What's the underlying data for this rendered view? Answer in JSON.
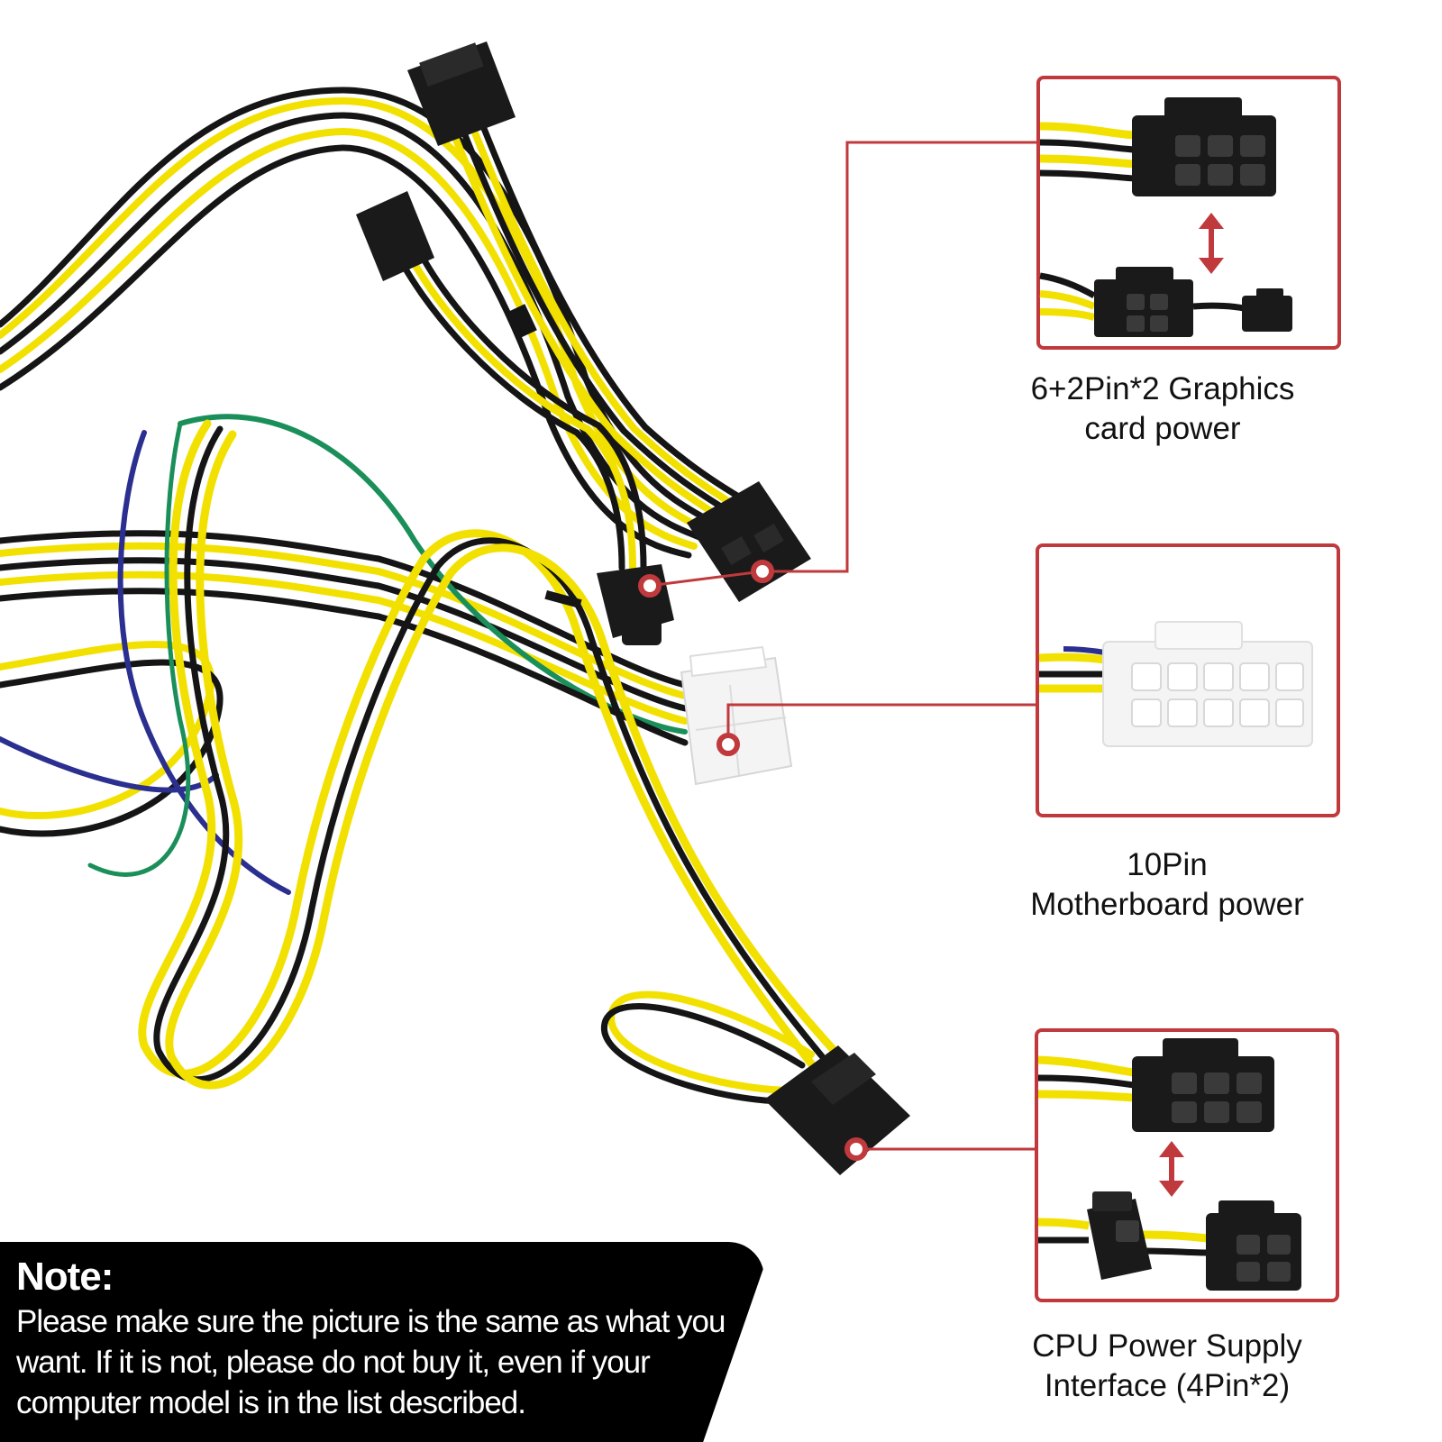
{
  "connectors": [
    {
      "lines": [
        "6+2Pin*2 Graphics",
        "card power"
      ]
    },
    {
      "lines": [
        "10Pin",
        "Motherboard power"
      ]
    },
    {
      "lines": [
        "CPU Power Supply",
        "Interface (4Pin*2)"
      ]
    }
  ],
  "note": {
    "title": "Note:",
    "body": "Please make sure the picture is the same as what you want. If it is not, please do not buy it,  even if your computer model is in the list described."
  },
  "colors": {
    "accent": "#c0393c",
    "wire_yellow": "#f2e100",
    "wire_black": "#151515",
    "wire_green": "#1b8f5a",
    "wire_blue": "#2b2f8f",
    "connector_black": "#1a1a1a",
    "connector_white": "#f4f4f4"
  }
}
